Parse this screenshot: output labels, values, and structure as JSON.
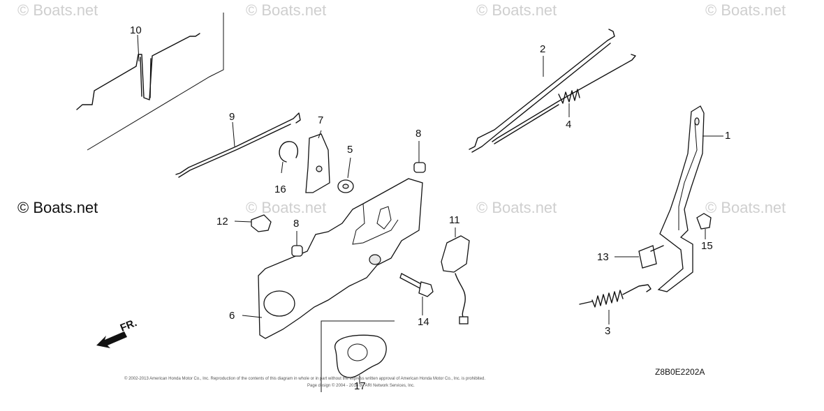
{
  "watermarks": {
    "text": "© Boats.net",
    "dark_text": "© Boats.net"
  },
  "callouts": {
    "c1": "1",
    "c2": "2",
    "c3": "3",
    "c4": "4",
    "c5": "5",
    "c6": "6",
    "c7": "7",
    "c8a": "8",
    "c8b": "8",
    "c9": "9",
    "c10": "10",
    "c11": "11",
    "c12": "12",
    "c13": "13",
    "c14": "14",
    "c15": "15",
    "c16": "16",
    "c17": "17"
  },
  "direction": {
    "label": "FR."
  },
  "diagram_code": "Z8B0E2202A",
  "copyright": {
    "line1": "© 2002-2013 American Honda Motor Co., Inc. Reproduction of the contents of this diagram in whole or in part without the express written approval of American Honda Motor Co., Inc. is prohibited.",
    "line2": "Page design © 2004 - 2016 by ARI Network Services, Inc."
  }
}
